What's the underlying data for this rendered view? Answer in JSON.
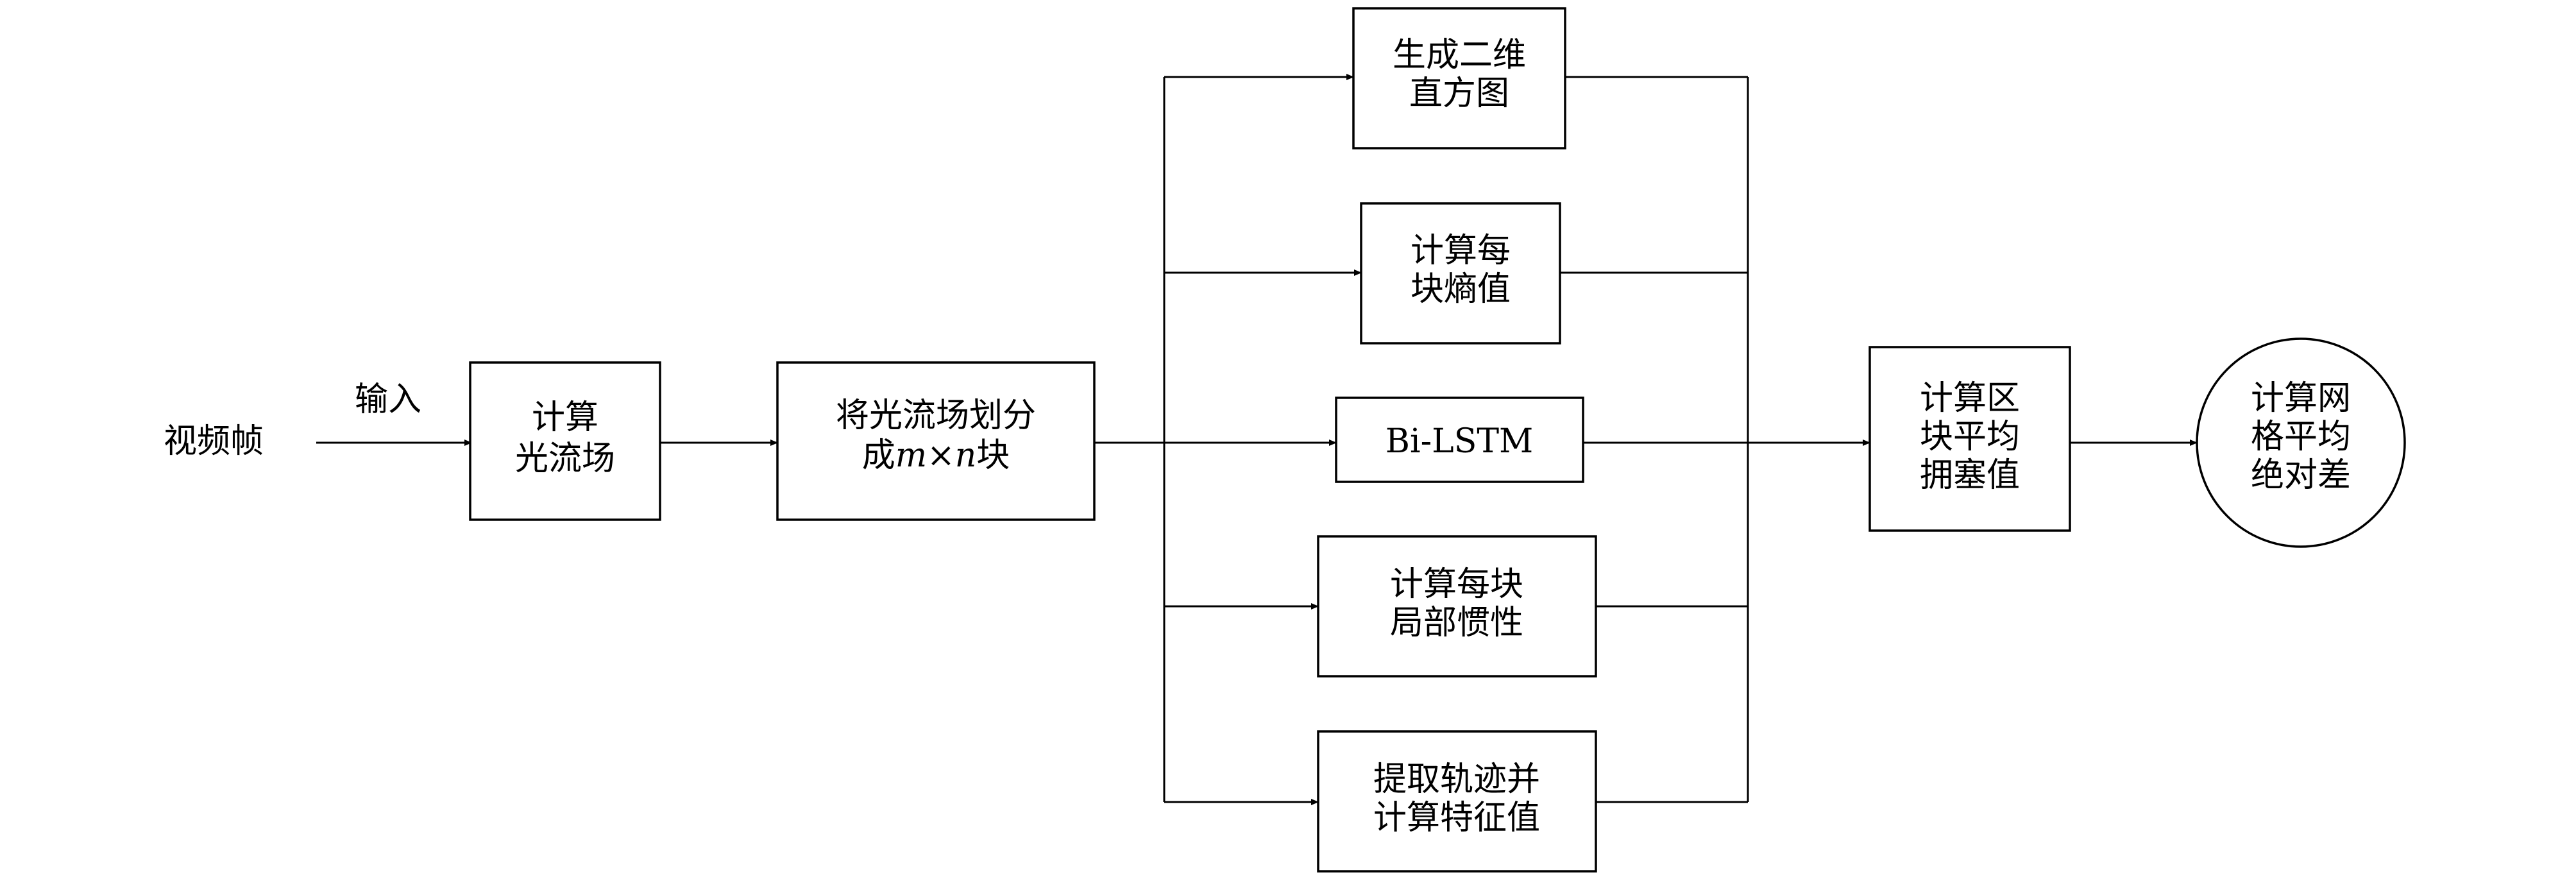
{
  "diagram": {
    "input_source": "视频帧",
    "input_edge_label": "输入",
    "step_optical_flow": [
      "计算",
      "光流场"
    ],
    "step_partition": {
      "line1": "将光流场划分",
      "line2_prefix": "成",
      "var_m": "m",
      "times": "×",
      "var_n": "n",
      "line2_suffix": "块"
    },
    "branch_histogram": [
      "生成二维",
      "直方图"
    ],
    "branch_entropy": [
      "计算每",
      "块熵值"
    ],
    "branch_bilstm": "Bi-LSTM",
    "branch_inertia": [
      "计算每块",
      "局部惯性"
    ],
    "branch_trajectory": [
      "提取轨迹并",
      "计算特征值"
    ],
    "step_region_avg": [
      "计算区",
      "块平均",
      "拥塞值"
    ],
    "final_output": [
      "计算网",
      "格平均",
      "绝对差"
    ]
  }
}
